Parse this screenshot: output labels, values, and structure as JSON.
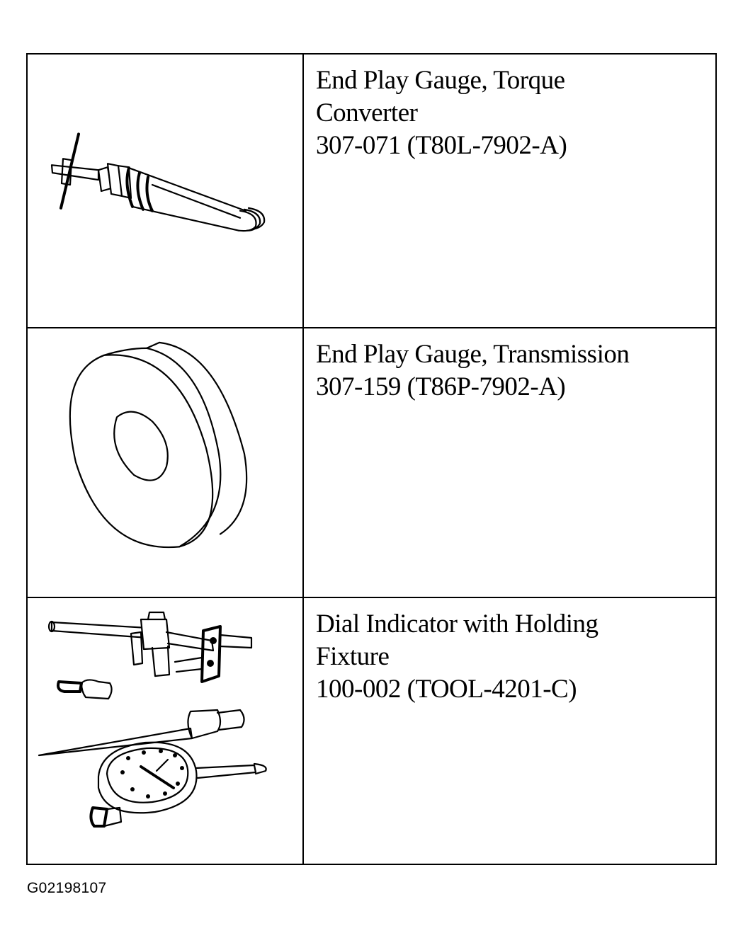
{
  "tools": [
    {
      "name_lines": [
        "End Play Gauge, Torque",
        "Converter"
      ],
      "part_number": "307-071 (T80L-7902-A)",
      "illustration": "torque-converter-end-play-gauge-icon"
    },
    {
      "name_lines": [
        "End Play Gauge, Transmission"
      ],
      "part_number": "307-159 (T86P-7902-A)",
      "illustration": "transmission-end-play-gauge-icon"
    },
    {
      "name_lines": [
        "Dial Indicator with Holding",
        "Fixture"
      ],
      "part_number": "100-002 (TOOL-4201-C)",
      "illustration": "dial-indicator-holding-fixture-icon"
    }
  ],
  "figure_id": "G02198107",
  "colors": {
    "line": "#000000",
    "background": "#ffffff"
  }
}
